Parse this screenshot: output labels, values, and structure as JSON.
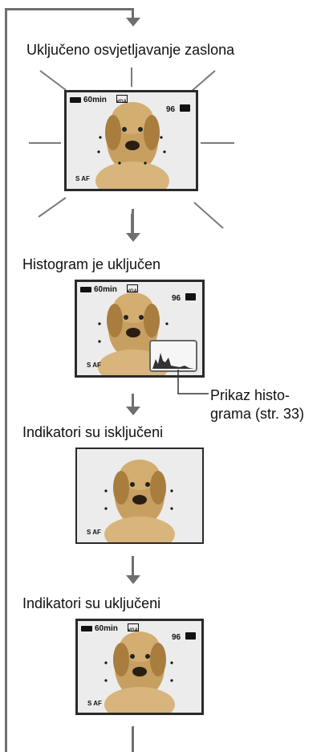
{
  "labels": {
    "backlight_on": "Uključeno osvjetljavanje zaslona",
    "histogram_on": "Histogram je uključen",
    "indicators_off": "Indikatori su isključeni",
    "indicators_on": "Indikatori su uključeni"
  },
  "callout": {
    "line1": "Prikaz histo-",
    "line2": "grama (str. 33)"
  },
  "osd": {
    "battery": "60min",
    "image_size": "VGA",
    "remaining_count": "96",
    "focus_mode": "S AF"
  },
  "colors": {
    "frame_line": "#6f6f6f",
    "screen_border": "#2a2a2a",
    "screen_bg": "#ececec"
  },
  "icons": [
    "battery-icon",
    "image-size-icon",
    "camera-icon",
    "flow-arrow-icon",
    "histogram-icon"
  ]
}
